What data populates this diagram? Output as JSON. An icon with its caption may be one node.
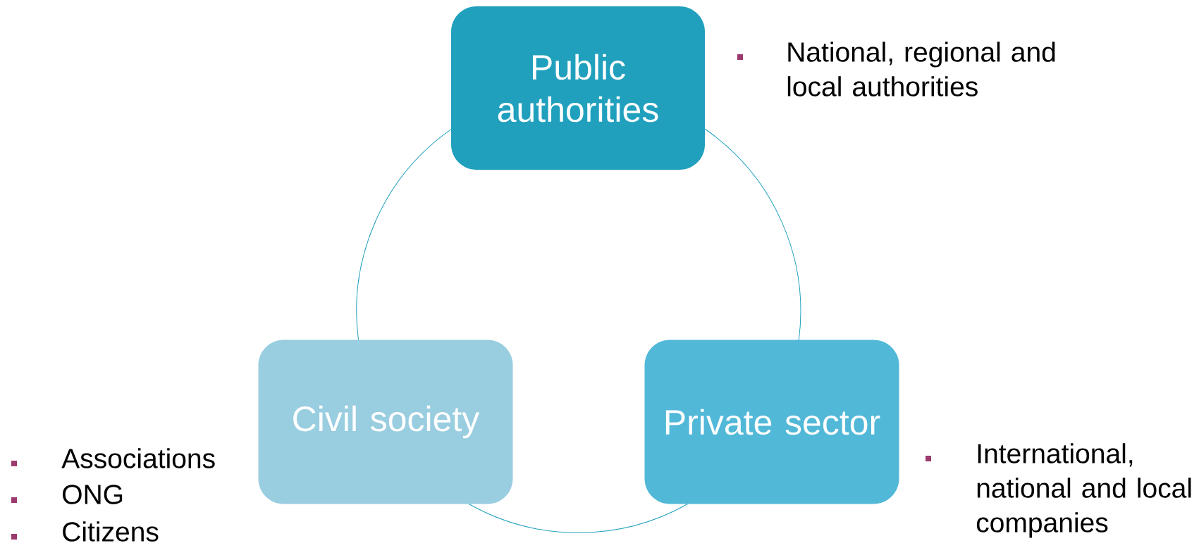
{
  "diagram": {
    "nodes": [
      {
        "text": [
          "Public authorities"
        ],
        "beside": [
          "National, regional and local authorities"
        ]
      },
      {
        "text": [
          "Private sector"
        ],
        "beside": [
          "International, national and local companies"
        ]
      },
      {
        "text": [
          "Civil society"
        ],
        "beside": [
          "Associations",
          "ONG",
          "Citizens"
        ]
      }
    ],
    "edges": [
      {
        "from": 0,
        "to": 1,
        "arrow": "none"
      },
      {
        "from": 1,
        "to": 2,
        "arrow": "none"
      },
      {
        "from": 2,
        "to": 0,
        "arrow": "none"
      }
    ]
  }
}
